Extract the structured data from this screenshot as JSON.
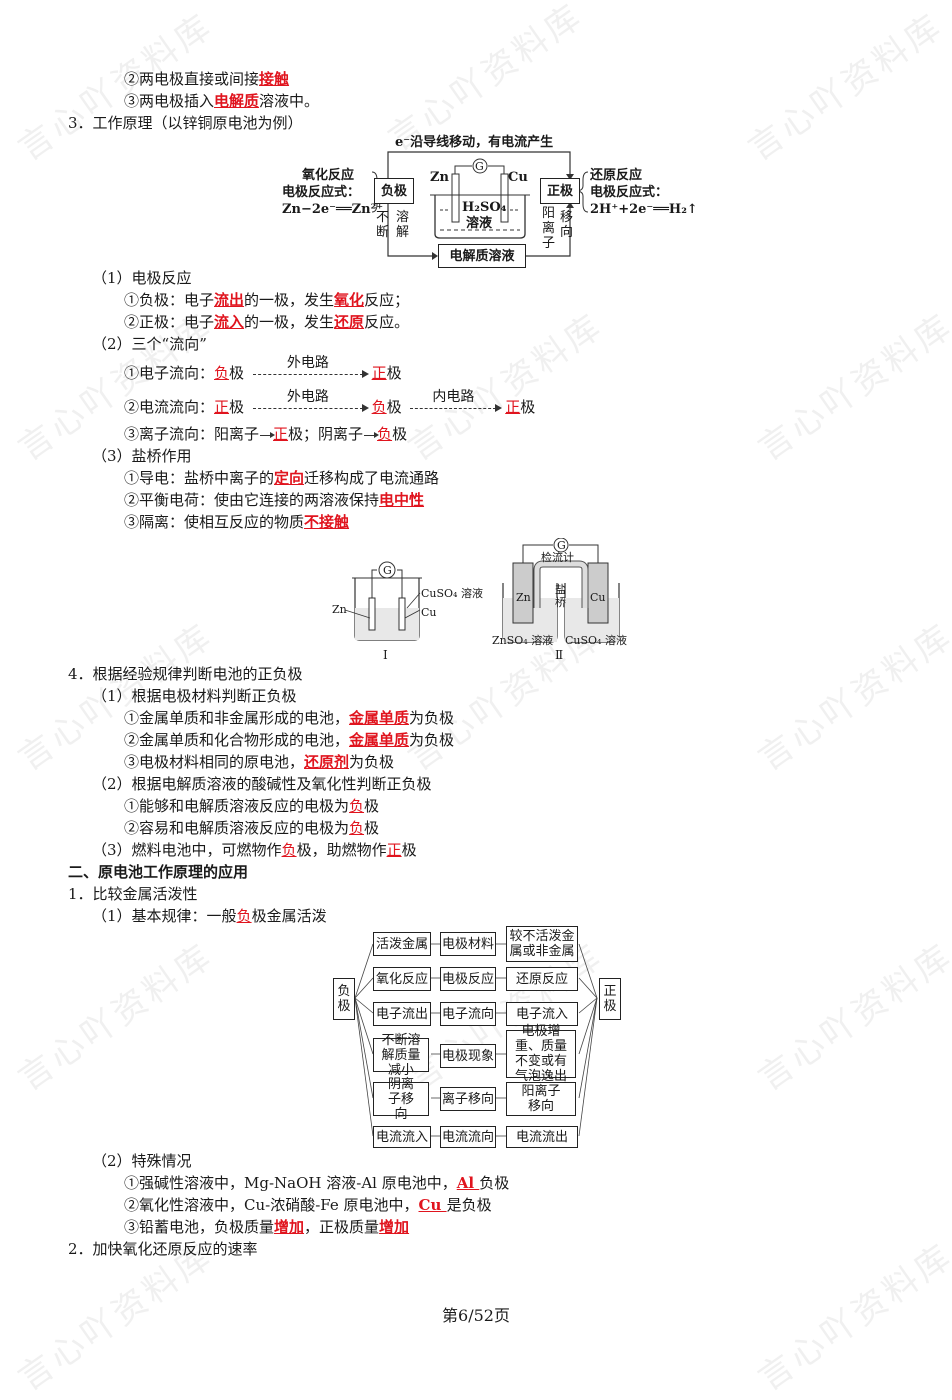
{
  "watermark": "言心吖资料库",
  "colors": {
    "highlight": "#e0141e",
    "text": "#1a1a1a"
  },
  "intro_items": [
    {
      "prefix": "②两电极直接或间接",
      "key": "接触",
      "suffix": ""
    },
    {
      "prefix": "③两电极插入",
      "key": "电解质",
      "suffix": "溶液中。"
    }
  ],
  "section3": {
    "title": "3．工作原理（以锌铜原电池为例）",
    "diagram": {
      "top_label": "e⁻沿导线移动，有电流产生",
      "left_label_1": "氧化反应",
      "left_label_2": "电极反应式：",
      "left_eq": "Zn−2e⁻══Zn²⁺",
      "neg_box": "负极",
      "pos_box": "正极",
      "right_label_1": "还原反应",
      "right_label_2": "电极反应式：",
      "right_eq": "2H⁺+2e⁻══H₂↑",
      "galvanometer": "G",
      "zn": "Zn",
      "cu": "Cu",
      "solution_1": "H₂SO₄",
      "solution_2": "溶液",
      "left_v1": "不断",
      "left_v2": "溶解",
      "right_v1": "阳离子",
      "right_v2": "移向",
      "bottom_box": "电解质溶液"
    }
  },
  "electrode_reaction": {
    "title": "（1）电极反应",
    "items": [
      {
        "p1": "①负极：电子",
        "k1": "流出",
        "p2": "的一极，发生",
        "k2": "氧化",
        "p3": "反应；"
      },
      {
        "p1": "②正极：电子",
        "k1": "流入",
        "p2": "的一极，发生",
        "k2": "还原",
        "p3": "反应。"
      }
    ]
  },
  "three_flows": {
    "title": "（2）三个“流向”",
    "electron": {
      "label": "①电子流向：",
      "from_k": "负",
      "from_s": "极",
      "path": "外电路",
      "to_k": "正",
      "to_s": "极"
    },
    "current": {
      "label": "②电流流向：",
      "a_k": "正",
      "a_s": "极",
      "path1": "外电路",
      "b_k": "负",
      "b_s": "极",
      "path2": "内电路",
      "c_k": "正",
      "c_s": "极"
    },
    "ion": {
      "label": "③离子流向：阳离子",
      "to1_k": "正",
      "mid": "极；阴离子",
      "to2_k": "负",
      "end": "极"
    }
  },
  "salt_bridge": {
    "title": "（3）盐桥作用",
    "items": [
      {
        "prefix": "①导电：盐桥中离子的",
        "key": "定向",
        "suffix": "迁移构成了电流通路"
      },
      {
        "prefix": "②平衡电荷：使由它连接的两溶液保持",
        "key": "电中性",
        "suffix": ""
      },
      {
        "prefix": "③隔离：使相互反应的物质",
        "key": "不接触",
        "suffix": ""
      }
    ]
  },
  "figures": {
    "fig1": {
      "g": "G",
      "zn": "Zn",
      "cu": "Cu",
      "solution": "CuSO₄ 溶液",
      "caption": "Ⅰ"
    },
    "fig2": {
      "g": "G",
      "meter": "检流计",
      "bridge_1": "盐",
      "bridge_2": "桥",
      "zn": "Zn",
      "cu": "Cu",
      "left_sol": "ZnSO₄ 溶液",
      "right_sol": "CuSO₄ 溶液",
      "caption": "Ⅱ"
    }
  },
  "section4": {
    "title": "4．根据经验规律判断电池的正负极",
    "sub1": {
      "title": "（1）根据电极材料判断正负极",
      "items": [
        {
          "prefix": "①金属单质和非金属形成的电池，",
          "key": "金属单质",
          "suffix": "为负极"
        },
        {
          "prefix": "②金属单质和化合物形成的电池，",
          "key": "金属单质",
          "suffix": "为负极"
        },
        {
          "prefix": "③电极材料相同的原电池，",
          "key": "还原剂",
          "suffix": "为负极"
        }
      ]
    },
    "sub2": {
      "title": "（2）根据电解质溶液的酸碱性及氧化性判断正负极",
      "items": [
        {
          "prefix": "①能够和电解质溶液反应的电极为",
          "key": "负",
          "suffix": "极"
        },
        {
          "prefix": "②容易和电解质溶液反应的电极为",
          "key": "负",
          "suffix": "极"
        }
      ]
    },
    "sub3": {
      "p1": "（3）燃料电池中，可燃物作",
      "k1": "负",
      "p2": "极，助燃物作",
      "k2": "正",
      "p3": "极"
    }
  },
  "part2": {
    "heading": "二、原电池工作原理的应用",
    "s1_title": "1．比较金属活泼性",
    "basic_rule": {
      "prefix": "（1）基本规律：一般",
      "key": "负",
      "suffix": "极金属活泼"
    },
    "chart": {
      "left_node": "负极",
      "right_node": "正极",
      "rows": [
        {
          "left": "活泼金属",
          "mid": "电极材料",
          "right": "较不活泼金属或非金属"
        },
        {
          "left": "氧化反应",
          "mid": "电极反应",
          "right": "还原反应"
        },
        {
          "left": "电子流出",
          "mid": "电子流向",
          "right": "电子流入"
        },
        {
          "left": "不断溶解质量减小",
          "mid": "电极现象",
          "right": "电极增重、质量不变或有气泡逸出"
        },
        {
          "left": "阴离子移向",
          "mid": "离子移向",
          "right": "阳离子移向"
        },
        {
          "left": "电流流入",
          "mid": "电流流向",
          "right": "电流流出"
        }
      ]
    },
    "special": {
      "title": "（2）特殊情况",
      "items": [
        {
          "prefix": "①强碱性溶液中，Mg-NaOH 溶液-Al 原电池中，",
          "key": "Al ",
          "suffix": "负极"
        },
        {
          "prefix": "②氧化性溶液中，Cu-浓硝酸-Fe 原电池中，",
          "key": "Cu ",
          "suffix": "是负极"
        },
        {
          "prefix": "③铅蓄电池，负极质量",
          "key": "增加",
          "mid": "，正极质量",
          "key2": "增加"
        }
      ]
    },
    "s2_title": "2．加快氧化还原反应的速率"
  },
  "footer": {
    "page": "第6/52页"
  }
}
